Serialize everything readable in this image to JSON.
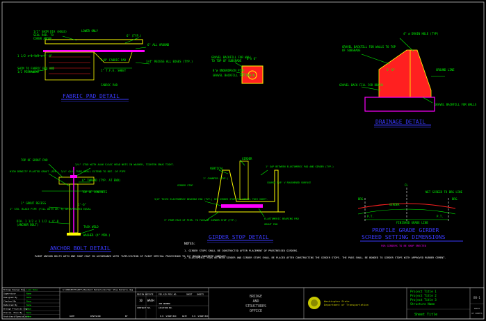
{
  "colors": {
    "background": "#000000",
    "green": "#00ff00",
    "yellow": "#ffff00",
    "red": "#ff2020",
    "magenta": "#ff00ff",
    "blue": "#3a3aff",
    "cyan": "#00e5ff",
    "white": "#ffffff",
    "olive": "#c8c800"
  },
  "fabric_pad": {
    "title": "FABRIC PAD DETAIL",
    "notes": [
      "1/2\" SHIM DIA (HOLE)",
      "SEAL ROD. TO",
      "COVER ABOVE",
      "LOWER ONLY",
      "6\" (TYP.)",
      "6\" ALL AROUND",
      "1 1/2 x 1 1/2 x 5'-0\"",
      "SHIM TO FABRIC PAD AND",
      "1/2 PERMANENT",
      "1\" T.F.E. SHEET",
      "3/8\" FABRIC PAD",
      "3/4\" RECESS ALL EDGES (TYP.)",
      "FABRIC PAD"
    ]
  },
  "drainage": {
    "title": "DRAINAGE DETAIL",
    "notes": [
      "GRAVEL BACKFILL FOR WALL",
      "TO TOP OF SUBGRADE",
      "6\"x 6\"",
      "8\"ø UNDERDRAIN PIPE",
      "GRAVEL BACKFILL FOR DRAIN",
      "GRAVEL BACKFILL FOR WALLS TO TOP",
      "OF SUBGRADE",
      "4\" ø DRAIN HOLE (TYP)",
      "GROUND LINE",
      "GRAVEL BACK FILL FOR DRAIN",
      "GRAVEL BACKFILL FOR WALLS",
      "1'-0\""
    ]
  },
  "anchor_bolt": {
    "title": "ANCHOR BOLT DETAIL",
    "notes": [
      "TOP OF GROUT PAD",
      "HIGH DENSITY PLASTED GROUT (SEE - 3/4\" GLX) TUBE SHALL EXTEND TO BOT. OF PIPE",
      "3/4\" STUD WITH A446 F/ASC HEAD NUTS IN WASHER, TIGHTEN SNUG TIGHT.",
      "6\" THREAD (TYP. AT END)",
      "TOP OF CONCRETE",
      "1\" GROUT RECESS",
      "1\" STD. BLACK PIPE (FILL WITH GR. 5) OR APPROVED EQUAL",
      "DIA. 1 1/2 x 1 1/2 x 4'-8",
      "(ANCHOR BOLT)",
      "TACK WELD",
      "WASHER (4\" MIN.)",
      "1'-6\""
    ],
    "footnote": "PAINT ANCHOR BOLTS WITH ONE SHOP COAT IN ACCORDANCE WITH \"APPLICATION OF PAINT SPECIAL PROVISIONS TO 12\" BELOW CONCRETE SURFACE."
  },
  "girder_stop": {
    "title": "GIRDER STOP DETAIL",
    "notes": [
      "GIRDER",
      "VERTICAL",
      "GIRDER STOP",
      "1\" CHAMFER (TYP.)",
      "1\" GAP BETWEEN ELASTOMERIC PAD AND GIRDER (TYP.)",
      "COARSE 1/8\" V ROUGHENED SURFACE",
      "3/8\" THICK ELASTOMERIC BEARING PAD (TYP.) SEE GIRDER STOP PAD DETAIL THIS SHEET.",
      "3\" FROM FACE OF PIER. TO FACE OF GIRDER STOP (TYP.)",
      "ELASTOMERIC BEARING PAD",
      "GROUT PAD"
    ]
  },
  "profile": {
    "title": "PROFILE GRADE GIRDER",
    "subtitle": "SCREED SETTING DIMENSIONS",
    "subnote": "FOR GIRDERS TO BE SHOP ERECTED",
    "notes": [
      "BRG.",
      "NET SCREED TO BRG LINE",
      "BRG.",
      "GIRDER",
      "FINISHED GRADE LINE",
      "P.T.",
      "P.T.",
      "CL"
    ]
  },
  "notes": {
    "heading": "NOTES:",
    "items": [
      "1. GIRDER STOPS SHALL BE CONSTRUCTED AFTER PLACEMENT OF PRESTRESSED GIRDERS.",
      "2. ELASTOMERIC PADS BETWEEN GIRDER AND GIRDER STOPS SHALL BE PLACED AFTER CONSTRUCTING THE GIRDER STOPS. THE PADS SHALL BE BONDED TO GIRDER STOPS WITH APPROVED RUBBER CEMENT."
    ]
  },
  "title_block": {
    "row_labels": [
      "Bridge Design Eng.",
      "Supervisor",
      "Designed By",
      "Checked By",
      "Detailed By",
      "Bridge Projects Engr.",
      "Prelim. Plan By",
      "Architect/Specialist"
    ],
    "row_names": [
      "Lead Name",
      "Name",
      "Name",
      "Name",
      "Name",
      "Name",
      "Name",
      "Name"
    ],
    "file_path": "G:\\PROJECTS\\DOT\\Standard Details\\Girder Stop Details.dwg",
    "revision_cols": [
      "REGION NO.",
      "STATE",
      "FED.AID PROJ.NO.",
      "SHEET",
      "SHEETS"
    ],
    "job_label": "JOB NUMBER",
    "region": "10",
    "state": "WASH",
    "contract_label": "CONTRACT NO.",
    "location_label": "LOCATION NO.",
    "date_label": "DATE",
    "revision_label": "REVISION",
    "by_label": "BY",
    "bottom_labels": [
      "P.E. STAMP BOX",
      "DATE",
      "P.E. STAMP BOX"
    ],
    "office": [
      "BRIDGE",
      "AND",
      "STRUCTURES",
      "OFFICE"
    ],
    "agency_line1": "Washington State",
    "agency_line2": "Department of Transportation",
    "project_titles": [
      "Project Title 1",
      "Project Title 2",
      "Project Title 3",
      "Structure Name"
    ],
    "sheet_title": "Sheet Title",
    "sheet_no": "BR-1",
    "sheet_of": "SHEET",
    "of_label": "OF SHEETS"
  }
}
